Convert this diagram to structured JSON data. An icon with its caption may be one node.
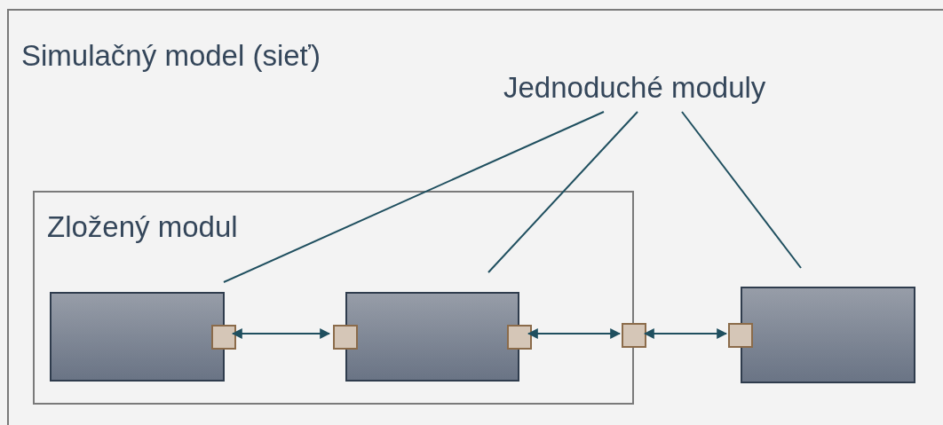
{
  "diagram": {
    "nodes": [
      {
        "text": [
          "Simulačný model (sieť)"
        ]
      },
      {
        "text": [
          "Jednoduché moduly"
        ],
        "in": 0
      },
      {
        "text": [
          "Zložený modul"
        ],
        "in": 0
      },
      {
        "text": [],
        "shape": "box",
        "in": 2
      },
      {
        "text": [],
        "shape": "box",
        "in": 2
      },
      {
        "text": [],
        "shape": "box",
        "in": 2
      },
      {
        "text": [],
        "shape": "box",
        "in": 2
      },
      {
        "text": [],
        "shape": "box",
        "in": 2
      },
      {
        "text": [],
        "shape": "box",
        "in": 0
      },
      {
        "text": [],
        "shape": "box",
        "in": 0
      },
      {
        "text": [],
        "shape": "box",
        "in": 0
      }
    ],
    "edges": [
      {
        "from": 1,
        "to": 3,
        "arrow": "none"
      },
      {
        "from": 1,
        "to": 6,
        "arrow": "none"
      },
      {
        "from": 1,
        "to": 10,
        "arrow": "none"
      },
      {
        "from": 4,
        "to": 5,
        "arrow": "both"
      },
      {
        "from": 7,
        "to": 8,
        "arrow": "both"
      },
      {
        "from": 8,
        "to": 9,
        "arrow": "both"
      }
    ]
  }
}
